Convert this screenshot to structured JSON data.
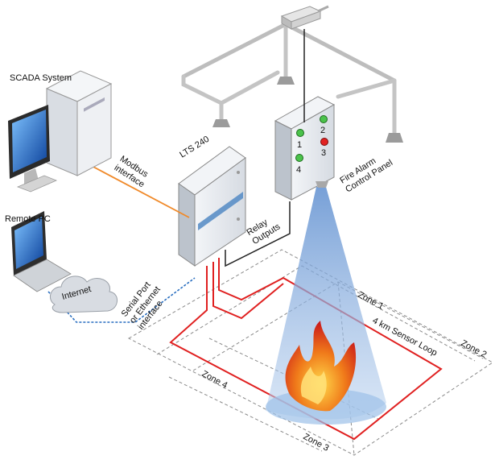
{
  "labels": {
    "scada": "SCADA System",
    "remote_pc": "Remote PC",
    "internet": "Internet",
    "modbus_line1": "Modbus",
    "modbus_line2": "interface",
    "lts": "LTS 240",
    "relay_line1": "Relay",
    "relay_line2": "Outputs",
    "serial_line1": "Serial Port",
    "serial_line2": "or Ethernet",
    "serial_line3": "interface",
    "fire_line1": "Fire Alarm",
    "fire_line2": "Control Panel",
    "zone1": "Zone 1",
    "zone2": "Zone 2",
    "zone3": "Zone 3",
    "zone4": "Zone 4",
    "sensor_loop": "4 km Sensor Loop",
    "led1": "1",
    "led2": "2",
    "led3": "3",
    "led4": "4"
  },
  "colors": {
    "sensor_loop": "#e02020",
    "modbus_cable": "#f08a2a",
    "serial_cable": "#2a6fc0",
    "cone": "#7fa8d8",
    "panel_box": "#e4e8ee",
    "zone_lines": "#888888"
  },
  "icons": {
    "scada": "desktop-computer-icon",
    "remote_pc": "laptop-icon",
    "internet": "cloud-icon",
    "fire": "flame-icon",
    "detector": "smoke-detector-icon"
  }
}
